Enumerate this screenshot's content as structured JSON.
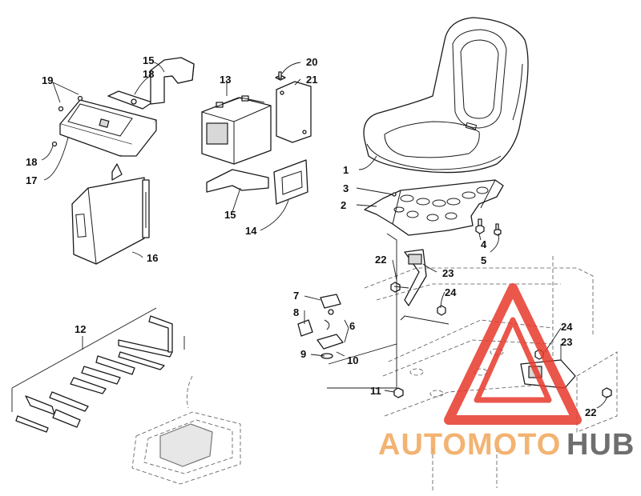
{
  "callouts": [
    "1",
    "2",
    "3",
    "4",
    "5",
    "6",
    "7",
    "8",
    "9",
    "10",
    "11",
    "12",
    "13",
    "14",
    "15",
    "15",
    "16",
    "17",
    "18",
    "18",
    "19",
    "20",
    "21",
    "22",
    "22",
    "23",
    "23",
    "24",
    "24"
  ],
  "watermark": {
    "part1": "AUTOMOTO",
    "part2": "HUB",
    "color_primary": "#e8392c",
    "color_secondary": "#f2a65a",
    "color_dark": "#555555"
  }
}
